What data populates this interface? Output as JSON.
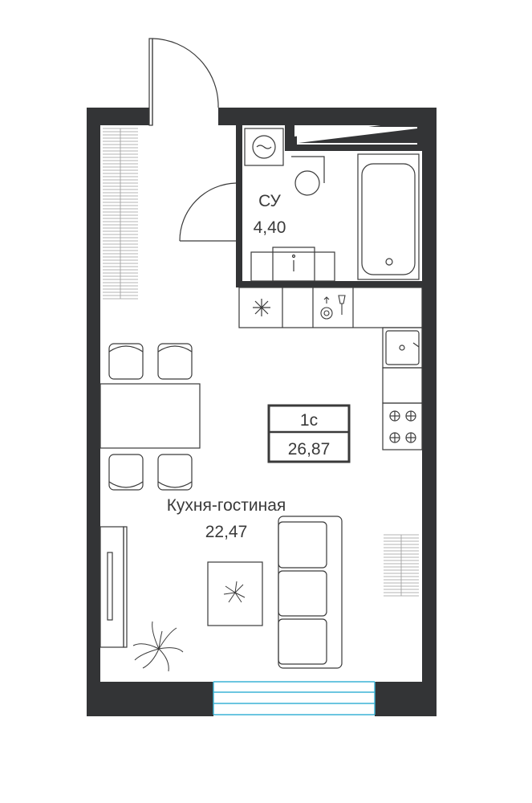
{
  "colors": {
    "wall": "#333436",
    "line": "#3a3a3a",
    "thin": "#9a9a9a",
    "window": "#3bb4d6",
    "background": "#ffffff"
  },
  "rooms": {
    "bathroom": {
      "name": "СУ",
      "area": "4,40"
    },
    "living": {
      "name": "Кухня-гостиная",
      "area": "22,47"
    }
  },
  "badge": {
    "type": "1с",
    "total_area": "26,87"
  },
  "icons": [
    "washing-machine-icon",
    "toilet-icon",
    "bathtub-icon",
    "sink-icon",
    "snowflake-icon",
    "dishwasher-icon",
    "kitchen-sink-icon",
    "stove-icon",
    "chair-icon",
    "plant-icon",
    "sofa-icon",
    "tv-icon"
  ]
}
